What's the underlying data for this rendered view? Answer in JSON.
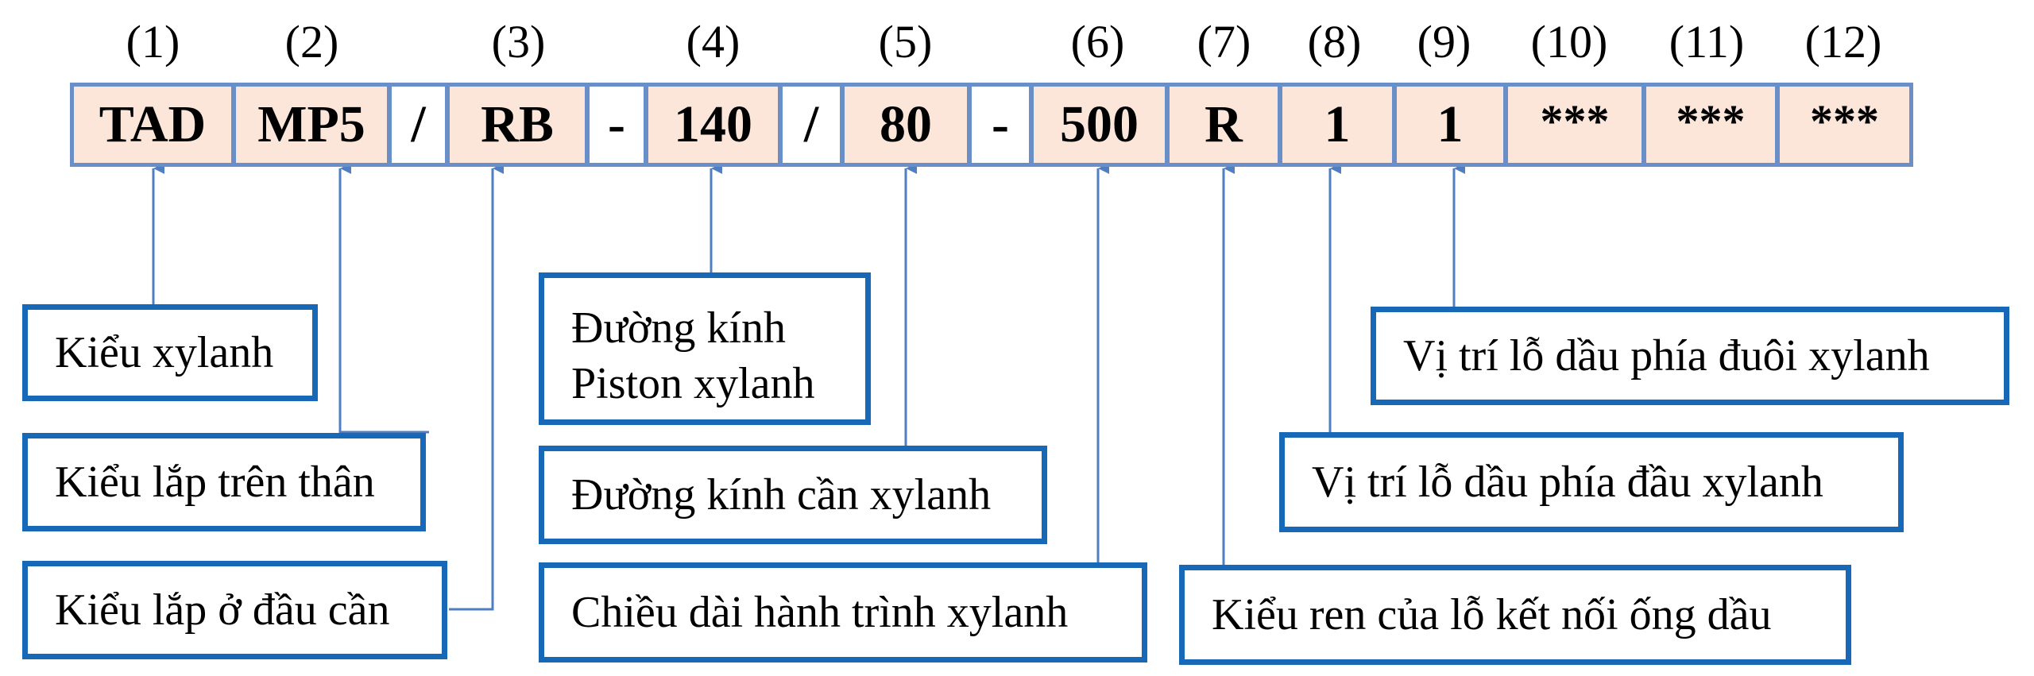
{
  "code_segments": [
    {
      "index": "(1)",
      "value": "TAD"
    },
    {
      "index": "(2)",
      "value": "MP5"
    },
    {
      "index": "",
      "value": "/"
    },
    {
      "index": "(3)",
      "value": "RB"
    },
    {
      "index": "",
      "value": "-"
    },
    {
      "index": "(4)",
      "value": "140"
    },
    {
      "index": "",
      "value": "/"
    },
    {
      "index": "(5)",
      "value": "80"
    },
    {
      "index": "",
      "value": "-"
    },
    {
      "index": "(6)",
      "value": "500"
    },
    {
      "index": "(7)",
      "value": "R"
    },
    {
      "index": "(8)",
      "value": "1"
    },
    {
      "index": "(9)",
      "value": "1"
    },
    {
      "index": "(10)",
      "value": "***"
    },
    {
      "index": "(11)",
      "value": "***"
    },
    {
      "index": "(12)",
      "value": "***"
    }
  ],
  "labels": {
    "kieu_xylanh": "Kiểu xylanh",
    "kieu_lap_tren_than": "Kiểu lắp trên thân",
    "kieu_lap_o_dau_can": "Kiểu lắp ở đầu cần",
    "duong_kinh_piston_1": "Đường kính",
    "duong_kinh_piston_2": "Piston xylanh",
    "duong_kinh_can": "Đường kính cần xylanh",
    "chieu_dai_hanh_trinh": "Chiều dài hành trình xylanh",
    "kieu_ren": "Kiểu ren của lỗ kết nối ống dầu",
    "vi_tri_dau": "Vị trí lỗ dầu phía đầu xylanh",
    "vi_tri_duoi": "Vị trí lỗ dầu phía đuôi xylanh"
  },
  "colors": {
    "cell_fill": "#fbe6d9",
    "cell_border": "#6a8fc8",
    "box_border": "#1868b8",
    "connector": "#4f7fc0"
  }
}
